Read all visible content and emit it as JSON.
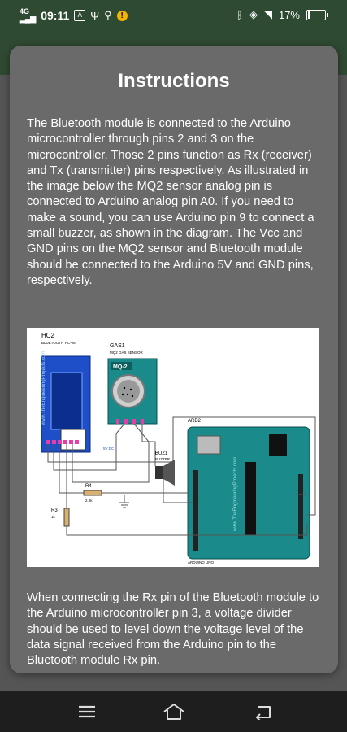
{
  "status_bar": {
    "time": "09:11",
    "left_icons": [
      "signal-4g-icon",
      "notification-icon",
      "usb-icon",
      "usb-debug-icon",
      "alert-icon"
    ],
    "right_icons": [
      "bluetooth-icon",
      "location-icon",
      "wifi-icon"
    ],
    "battery_text": "17%",
    "battery_level": 0.17
  },
  "dialog": {
    "title": "Instructions",
    "paragraph1": "The Bluetooth module is connected to the Arduino microcontroller through pins 2 and 3 on the microcontroller. Those 2 pins function as Rx (receiver) and Tx (transmitter) pins respectively. As illustrated in the image below the MQ2 sensor analog pin is connected to Arduino analog pin A0. If you need to make a sound, you can use Arduino pin 9 to connect a small buzzer, as shown in the diagram. The Vcc and GND pins on the MQ2 sensor and Bluetooth module should be connected to the Arduino 5V and GND pins, respectively.",
    "paragraph2": "When connecting the Rx pin of the Bluetooth module to the Arduino microcontroller pin 3, a voltage divider should be used to level down the voltage level of the data signal received from the Arduino pin to the Bluetooth module Rx pin.",
    "diagram": {
      "hc_label": "HC2",
      "hc_sub": "BLUETOOTH HC-06",
      "gas_label": "GAS1",
      "gas_sub": "MQ2 GAS SENSOR",
      "mq2_text": "MQ-2",
      "ard_label": "ARD2",
      "ard_sub": "ARDUINO UNO",
      "buz_label": "BUZ1",
      "buz_sub": "BUZZER",
      "r4_label": "R4",
      "r4_value": "2.2k",
      "r3_label": "R3",
      "r3_value": "1k",
      "vcc_label": "5V DC",
      "watermark": "www.TheEngineeringProjects.com"
    }
  },
  "nav": {
    "icons": [
      "menu-icon",
      "home-icon",
      "back-icon"
    ]
  },
  "colors": {
    "header": "#2f4a32",
    "dialog": "#6a6a6a",
    "arduino": "#1a8a8a",
    "bluetooth_module": "#1e4fc8",
    "mq2_module": "#1a8a8a"
  }
}
